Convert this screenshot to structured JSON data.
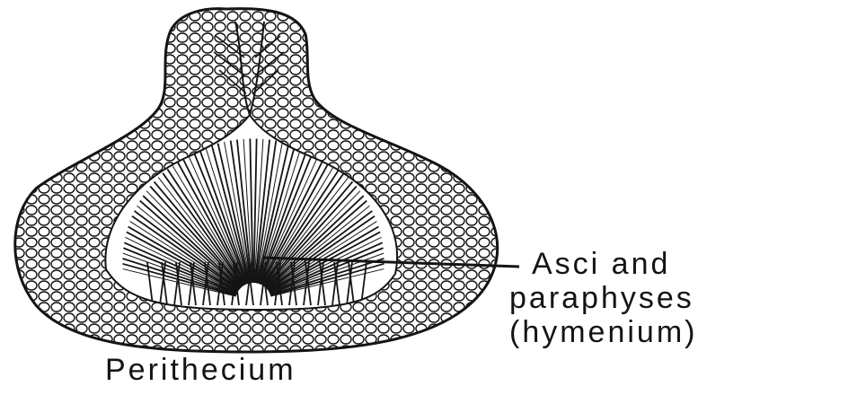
{
  "diagram": {
    "structure_label": "Perithecium",
    "callout": {
      "line1": "Asci and",
      "line2": "paraphyses",
      "line3": "(hymenium)"
    }
  },
  "colors": {
    "ink": "#141414",
    "background": "#ffffff"
  }
}
